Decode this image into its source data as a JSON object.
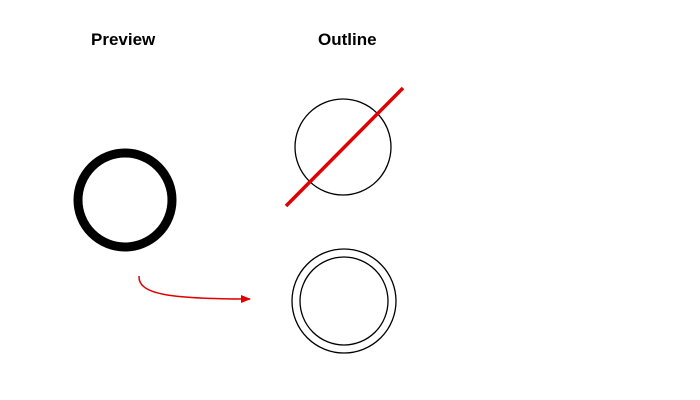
{
  "labels": {
    "preview": "Preview",
    "outline": "Outline"
  },
  "colors": {
    "stroke": "#000000",
    "accent": "#e00000",
    "background": "#ffffff"
  },
  "panels": [
    {
      "name": "preview",
      "shape": "thick-stroke-ring"
    },
    {
      "name": "outline-wrong",
      "shape": "single-thin-circle",
      "marked": "crossed-out"
    },
    {
      "name": "outline-correct",
      "shape": "double-thin-concentric-circles"
    }
  ],
  "connector": {
    "from": "preview",
    "to": "outline-correct",
    "style": "curved-arrow"
  }
}
